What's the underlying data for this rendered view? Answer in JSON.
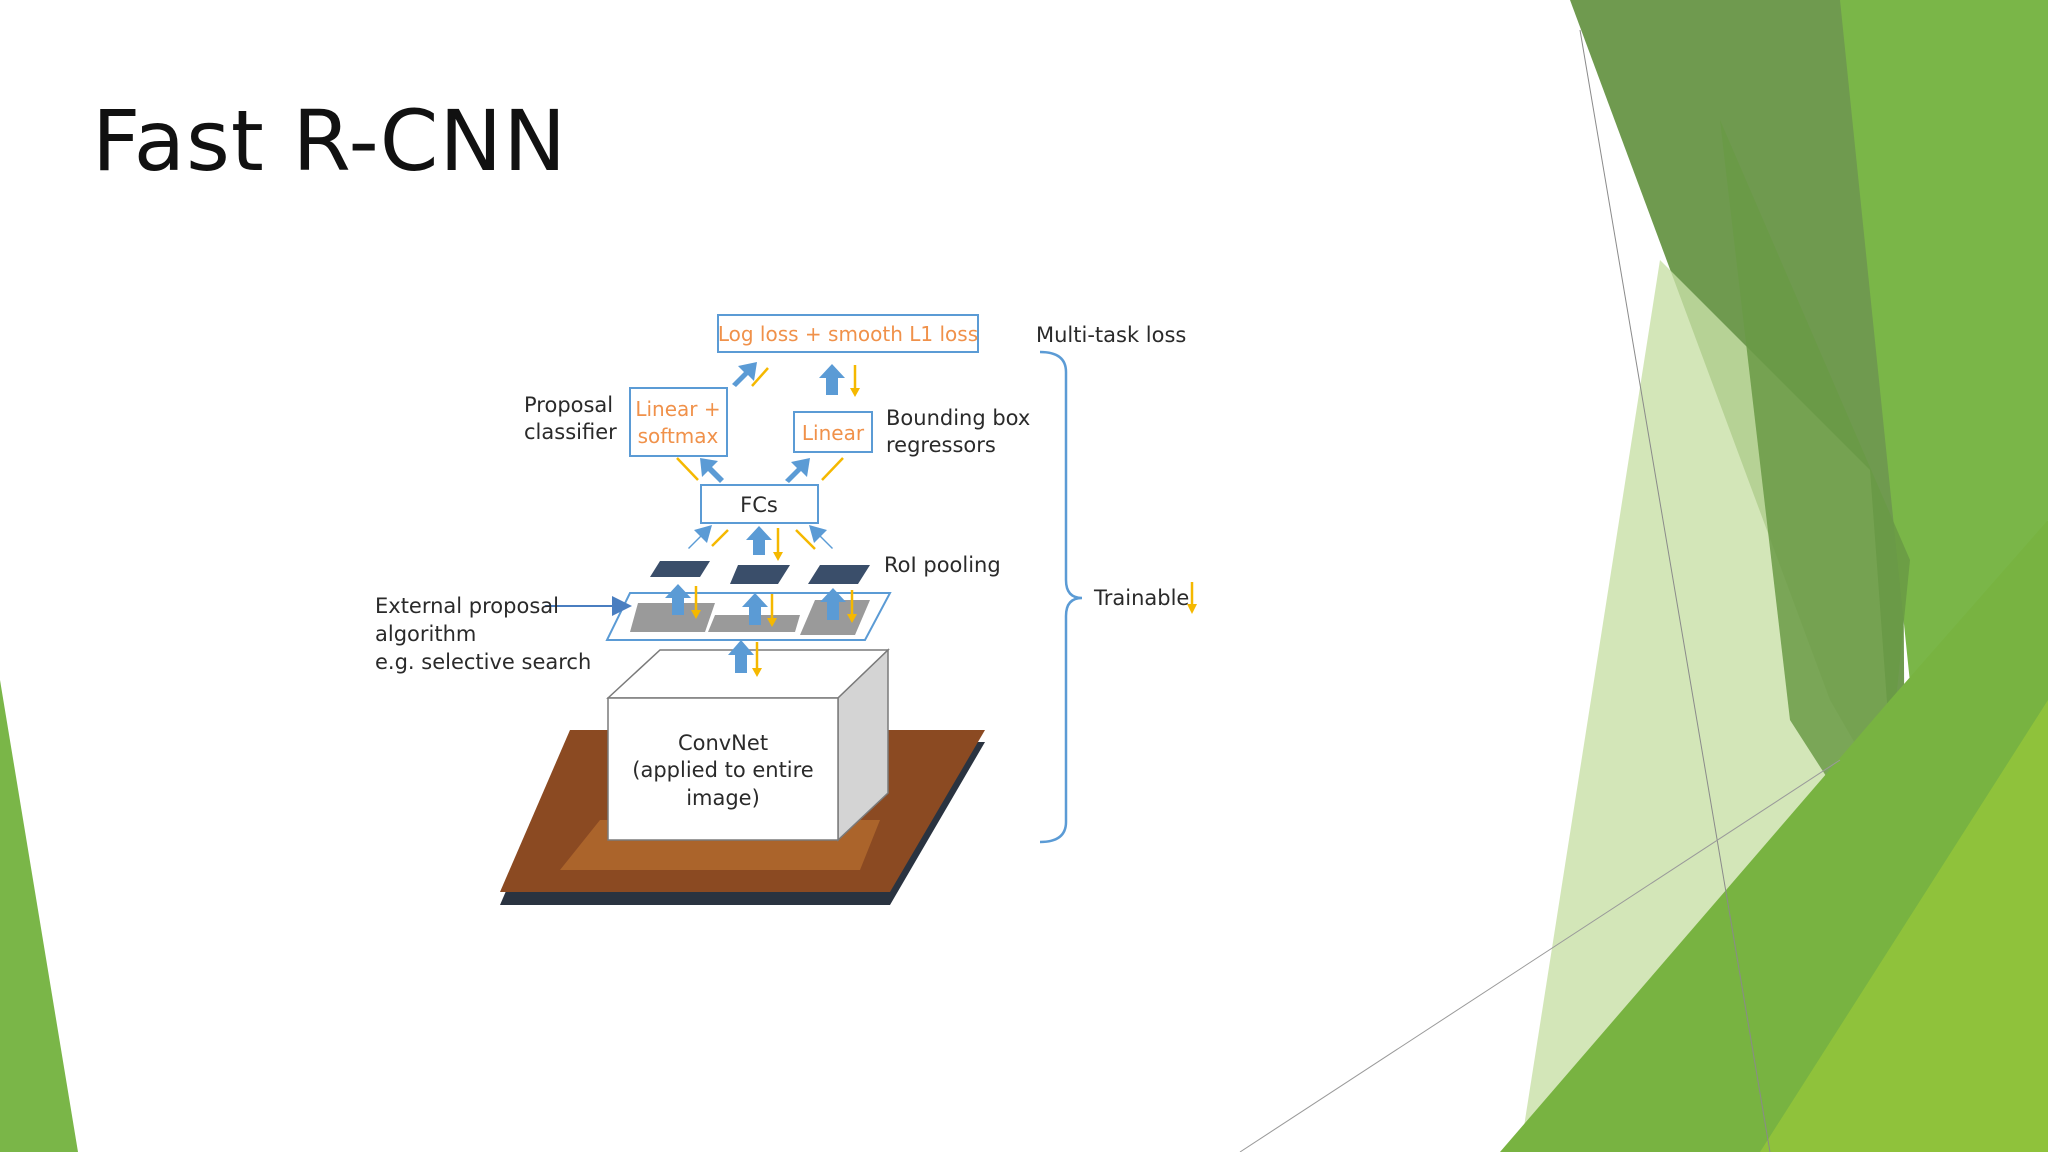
{
  "slide": {
    "title": "Fast R-CNN"
  },
  "diagram": {
    "loss_box": "Log loss + smooth L1 loss",
    "multi_task_loss": "Multi-task loss",
    "proposal_classifier": [
      "Proposal",
      "classifier"
    ],
    "linear_softmax": [
      "Linear +",
      "softmax"
    ],
    "linear": "Linear",
    "bbox_regressors": [
      "Bounding box",
      "regressors"
    ],
    "fcs": "FCs",
    "roi_pooling": "RoI pooling",
    "external_proposal": [
      "External proposal",
      "algorithm",
      "e.g. selective search"
    ],
    "trainable": "Trainable",
    "convnet": [
      "ConvNet",
      "(applied to entire",
      "image)"
    ]
  },
  "colors": {
    "title": "#111111",
    "box_border": "#5b9bd5",
    "arrow_blue": "#5b9bd5",
    "arrow_yellow": "#f5b800",
    "orange_text": "#f0914a",
    "green_dark": "#4e8a2a",
    "green_mid": "#7ab648",
    "green_light": "#c8e0a6"
  }
}
